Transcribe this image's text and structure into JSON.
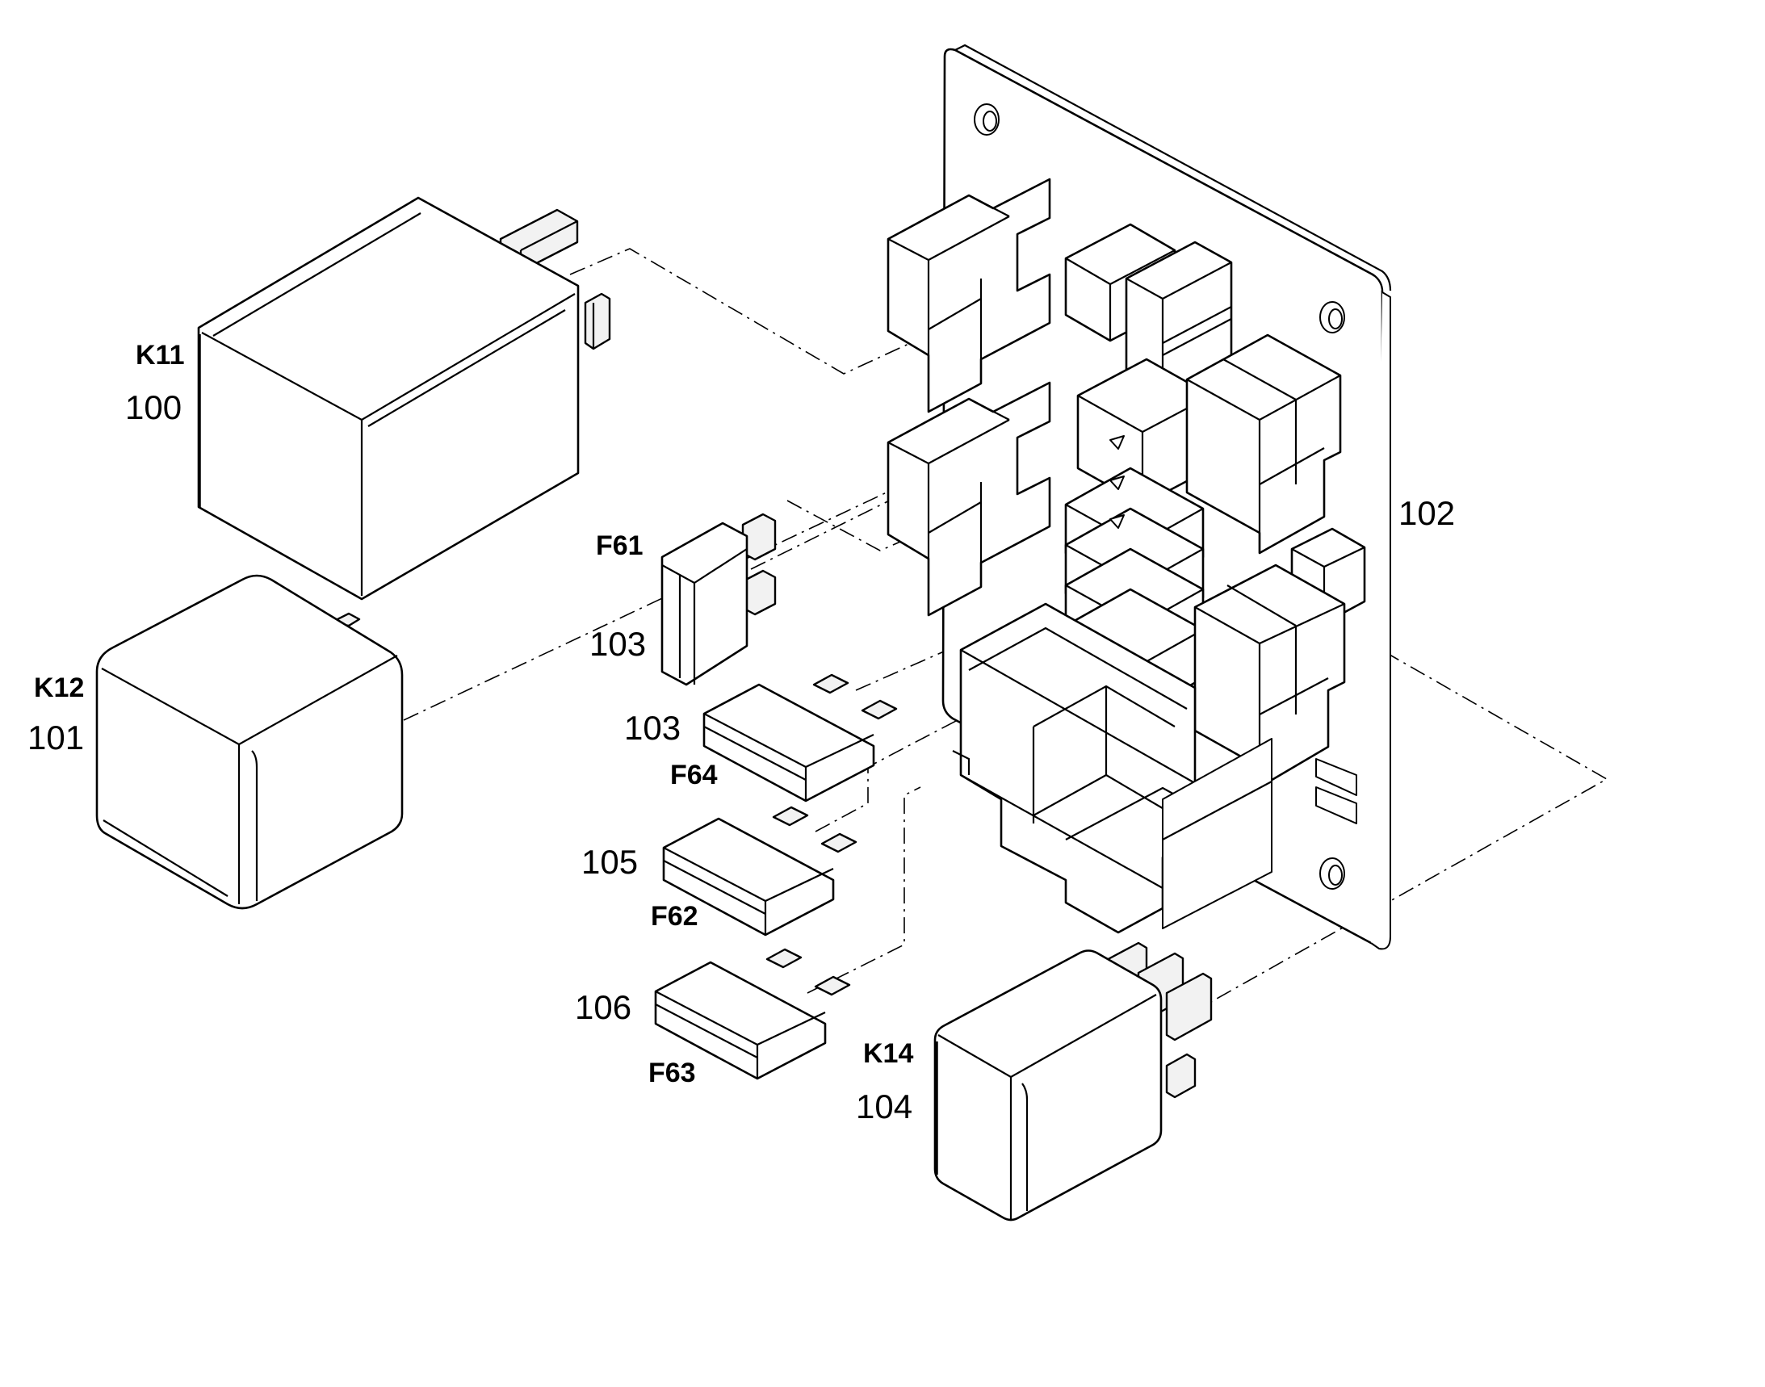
{
  "labels": {
    "k11": "K11",
    "n100": "100",
    "k12": "K12",
    "n101": "101",
    "n102": "102",
    "f61": "F61",
    "n103a": "103",
    "n103b": "103",
    "f64": "F64",
    "n105": "105",
    "f62": "F62",
    "n106": "106",
    "f63": "F63",
    "k14": "K14",
    "n104": "104"
  },
  "icons": {
    "relay_k11": "relay-icon",
    "relay_k12": "relay-icon",
    "relay_k14": "relay-icon",
    "fuse_f61": "blade-fuse-icon",
    "fuse_f64": "blade-fuse-icon",
    "fuse_f62": "blade-fuse-icon",
    "fuse_f63": "blade-fuse-icon",
    "board": "fuse-relay-board-icon"
  }
}
